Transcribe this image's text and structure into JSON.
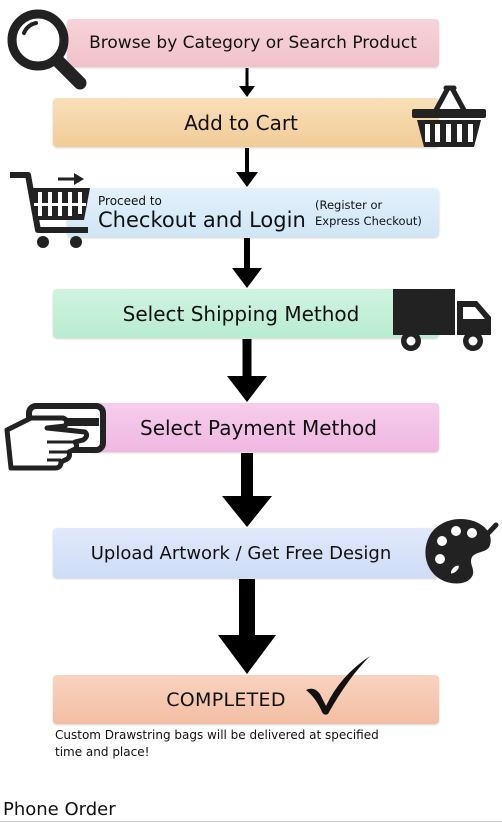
{
  "steps": [
    {
      "label": "Browse by Category or Search Product",
      "icon": "magnifier-icon"
    },
    {
      "label": "Add to Cart",
      "icon": "basket-icon"
    },
    {
      "pre_label": "Proceed to",
      "label": "Checkout and Login",
      "side_note": [
        "(Register or",
        "Express Checkout)"
      ],
      "icon": "shopping-cart-icon"
    },
    {
      "label": "Select Shipping Method",
      "icon": "truck-icon"
    },
    {
      "label": "Select Payment Method",
      "icon": "credit-card-icon"
    },
    {
      "label": "Upload Artwork / Get Free Design",
      "icon": "palette-icon"
    },
    {
      "label": "COMPLETED",
      "icon": "checkmark-icon"
    }
  ],
  "note": [
    "Custom Drawstring  bags will be delivered at specified",
    "time and place!"
  ],
  "footer": "Phone Order"
}
